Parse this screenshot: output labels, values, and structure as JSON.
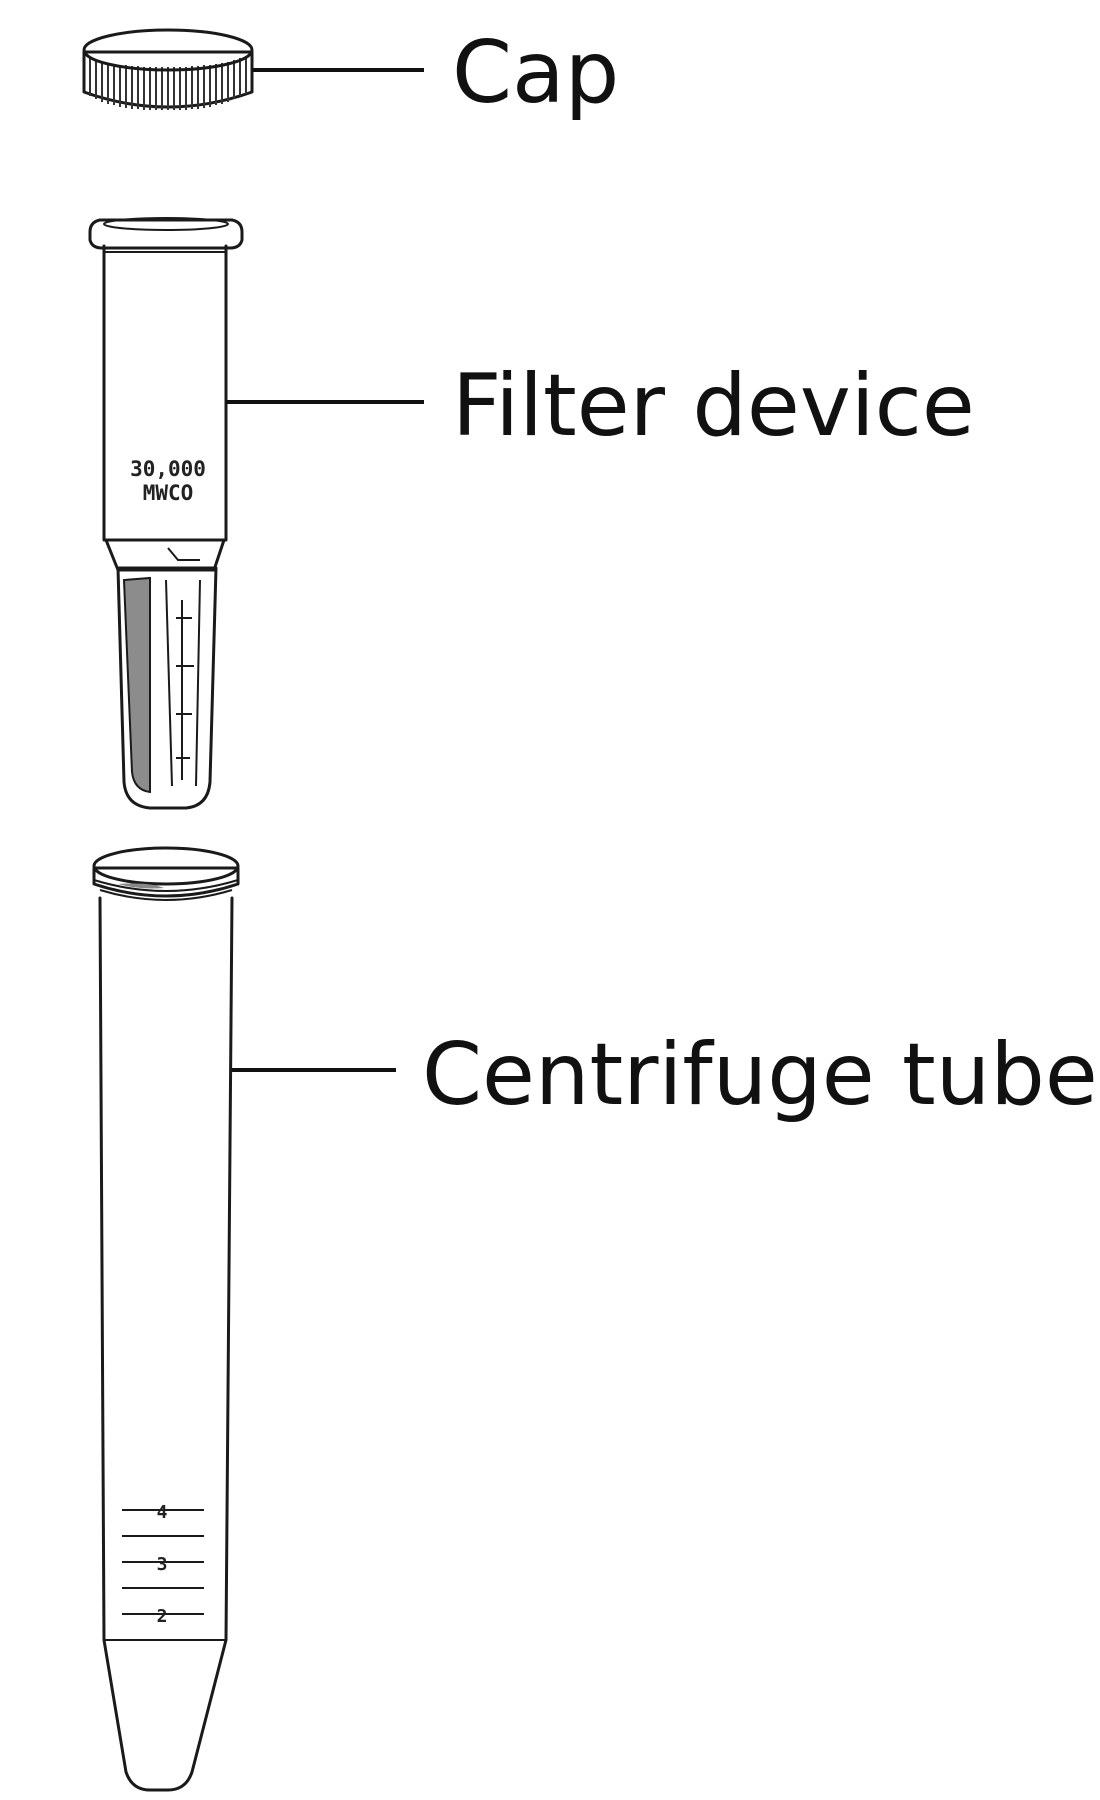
{
  "labels": {
    "cap": "Cap",
    "filter_device": "Filter device",
    "centrifuge_tube": "Centrifuge tube"
  },
  "filter_marking": {
    "line1": "30,000",
    "line2": "MWCO"
  },
  "tube_graduations": [
    "4",
    "3",
    "2"
  ]
}
